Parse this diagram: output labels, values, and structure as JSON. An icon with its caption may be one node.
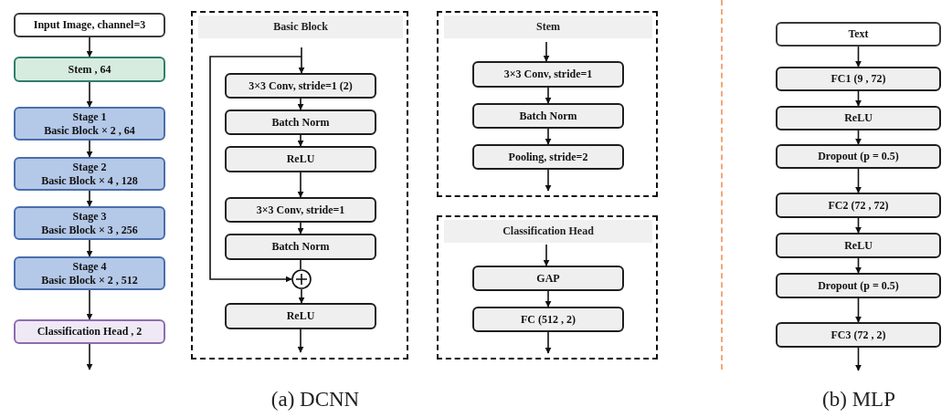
{
  "diagram": {
    "nodes": [
      {
        "text": [
          "Input Image, channel=3"
        ]
      },
      {
        "text": [
          "Stem , 64"
        ]
      },
      {
        "text": [
          "Stage 1",
          "Basic Block × 2 , 64"
        ]
      },
      {
        "text": [
          "Stage 2",
          "Basic Block × 4 , 128"
        ]
      },
      {
        "text": [
          "Stage 3",
          "Basic Block × 3 , 256"
        ]
      },
      {
        "text": [
          "Stage 4",
          "Basic Block × 2 , 512"
        ]
      },
      {
        "text": [
          "Classification Head , 2"
        ]
      },
      {
        "text": [
          "Basic Block"
        ]
      },
      {
        "text": [
          "3×3 Conv, stride=1 (2)"
        ],
        "in": 7
      },
      {
        "text": [
          "Batch Norm"
        ],
        "in": 7
      },
      {
        "text": [
          "ReLU"
        ],
        "in": 7
      },
      {
        "text": [
          "3×3 Conv, stride=1"
        ],
        "in": 7
      },
      {
        "text": [
          "Batch Norm"
        ],
        "in": 7
      },
      {
        "text": [],
        "shape": "circle",
        "in": 7
      },
      {
        "text": [
          "ReLU"
        ],
        "in": 7
      },
      {
        "text": [
          "Stem"
        ]
      },
      {
        "text": [
          "3×3 Conv, stride=1"
        ],
        "in": 15
      },
      {
        "text": [
          "Batch Norm"
        ],
        "in": 15
      },
      {
        "text": [
          "Pooling, stride=2"
        ],
        "in": 15
      },
      {
        "text": [
          "Classification Head"
        ]
      },
      {
        "text": [
          "GAP"
        ],
        "in": 19
      },
      {
        "text": [
          "FC (512 , 2)"
        ],
        "in": 19
      },
      {
        "text": [
          "Text"
        ]
      },
      {
        "text": [
          "FC1 (9 , 72)"
        ]
      },
      {
        "text": [
          "ReLU"
        ]
      },
      {
        "text": [
          "Dropout (p = 0.5)"
        ]
      },
      {
        "text": [
          "FC2 (72 , 72)"
        ]
      },
      {
        "text": [
          "ReLU"
        ]
      },
      {
        "text": [
          "Dropout (p = 0.5)"
        ]
      },
      {
        "text": [
          "FC3 (72 , 2)"
        ]
      }
    ],
    "edges": [
      {
        "from": 0,
        "to": 1,
        "arrow": "to"
      },
      {
        "from": 1,
        "to": 2,
        "arrow": "to"
      },
      {
        "from": 2,
        "to": 3,
        "arrow": "to"
      },
      {
        "from": 3,
        "to": 4,
        "arrow": "to"
      },
      {
        "from": 4,
        "to": 5,
        "arrow": "to"
      },
      {
        "from": 5,
        "to": 6,
        "arrow": "to"
      },
      {
        "from": 6,
        "to": null,
        "arrow": "to"
      },
      {
        "from": null,
        "to": 8,
        "arrow": "to"
      },
      {
        "from": 8,
        "to": 9,
        "arrow": "to"
      },
      {
        "from": 9,
        "to": 10,
        "arrow": "to"
      },
      {
        "from": 10,
        "to": 11,
        "arrow": "to"
      },
      {
        "from": 11,
        "to": 12,
        "arrow": "to"
      },
      {
        "from": 12,
        "to": 13,
        "arrow": "none"
      },
      {
        "from": 13,
        "to": 14,
        "arrow": "to"
      },
      {
        "from": 14,
        "to": null,
        "arrow": "to"
      },
      {
        "from": null,
        "to": 13,
        "arrow": "to"
      },
      {
        "from": null,
        "to": 16,
        "arrow": "to"
      },
      {
        "from": 16,
        "to": 17,
        "arrow": "to"
      },
      {
        "from": 17,
        "to": 18,
        "arrow": "to"
      },
      {
        "from": 18,
        "to": null,
        "arrow": "to"
      },
      {
        "from": null,
        "to": 20,
        "arrow": "to"
      },
      {
        "from": 20,
        "to": 21,
        "arrow": "to"
      },
      {
        "from": 21,
        "to": null,
        "arrow": "to"
      },
      {
        "from": 22,
        "to": 23,
        "arrow": "to"
      },
      {
        "from": 23,
        "to": 24,
        "arrow": "to"
      },
      {
        "from": 24,
        "to": 25,
        "arrow": "to"
      },
      {
        "from": 25,
        "to": 26,
        "arrow": "to"
      },
      {
        "from": 26,
        "to": 27,
        "arrow": "to"
      },
      {
        "from": 27,
        "to": 28,
        "arrow": "to"
      },
      {
        "from": 28,
        "to": 29,
        "arrow": "to"
      },
      {
        "from": 29,
        "to": null,
        "arrow": "to"
      }
    ],
    "labels": [
      "(a) DCNN",
      "(b) MLP"
    ]
  }
}
